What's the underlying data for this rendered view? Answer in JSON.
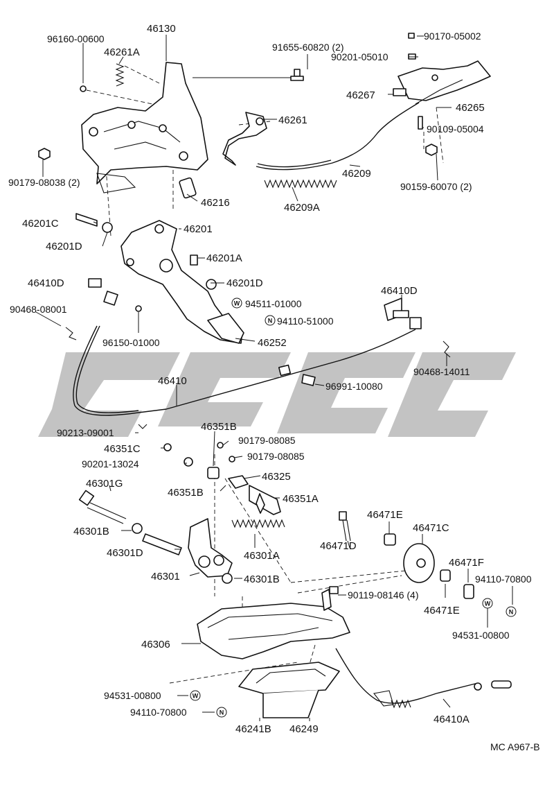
{
  "diagram": {
    "labels": [
      "96160-00600",
      "46130",
      "46261A",
      "91655-60820 (2)",
      "90170-05002",
      "90201-05010",
      "46267",
      "46265",
      "90109-05004",
      "46261",
      "90179-08038 (2)",
      "46209",
      "90159-60070 (2)",
      "46216",
      "46209A",
      "46201C",
      "46201",
      "46201D",
      "46201A",
      "46410D",
      "46201D",
      "94511-01000",
      "46410D",
      "90468-08001",
      "94110-51000",
      "96150-01000",
      "46252",
      "90468-14011",
      "46410",
      "96991-10080",
      "90213-09001",
      "46351B",
      "90179-08085",
      "46351C",
      "90179-08085",
      "90201-13024",
      "46325",
      "46301G",
      "46351B",
      "46351A",
      "46471E",
      "46301B",
      "46471C",
      "46301D",
      "46301A",
      "46471D",
      "46471F",
      "46301",
      "46301B",
      "94110-70800",
      "90119-08146 (4)",
      "46471E",
      "46306",
      "94531-00800",
      "94531-00800",
      "94110-70800",
      "46241B",
      "46249",
      "46410A"
    ],
    "symbols": [
      "W",
      "N",
      "W",
      "N",
      "W",
      "N"
    ],
    "footer": "MC A967-B"
  }
}
